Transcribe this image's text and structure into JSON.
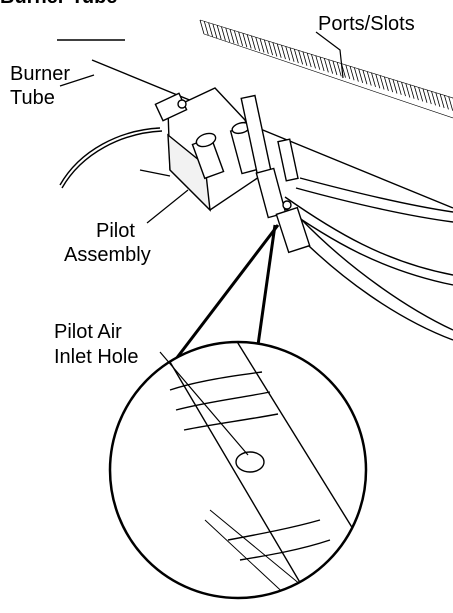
{
  "labels": {
    "top_clipped": "Burner Tube",
    "ports_slots": "Ports/Slots",
    "burner_tube_line1": "Burner",
    "burner_tube_line2": "Tube",
    "pilot_assembly_line1": "Pilot",
    "pilot_assembly_line2": "Assembly",
    "pilot_air_line1": "Pilot Air",
    "pilot_air_line2": "Inlet Hole"
  }
}
